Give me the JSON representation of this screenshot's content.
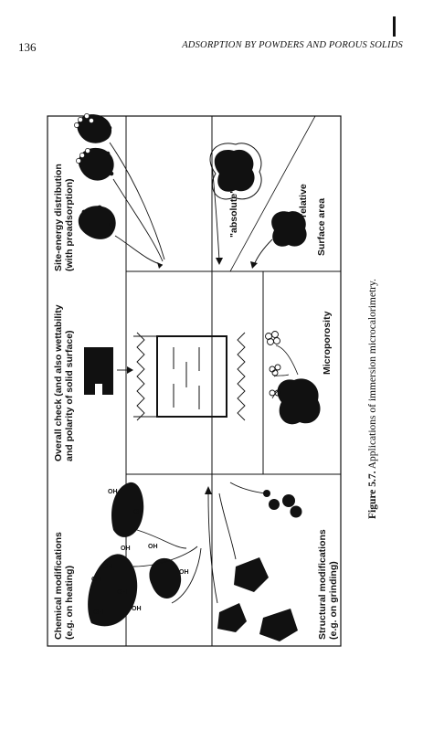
{
  "page": {
    "number": "136",
    "running_head": "ADSORPTION BY POWDERS AND POROUS SOLIDS"
  },
  "caption": {
    "label": "Figure 5.7.",
    "text": "Applications of immersion microcalorimetry."
  },
  "panels": {
    "chemical": {
      "title": "Chemical modifications",
      "subtitle": "(e.g. on heating)",
      "group_label": "OH"
    },
    "structural": {
      "title": "Structural modifications",
      "subtitle": "(e.g. on grinding)"
    },
    "overall": {
      "title": "Overall check (and also wettability",
      "subtitle": "and polarity of solid surface)"
    },
    "microporosity": {
      "label": "Microporosity"
    },
    "site_energy": {
      "title": "Site-energy distribution",
      "subtitle": "(with preadsorption)"
    },
    "surface_area": {
      "absolute": "\"absolute\"",
      "relative": "relative",
      "label": "Surface area"
    }
  }
}
